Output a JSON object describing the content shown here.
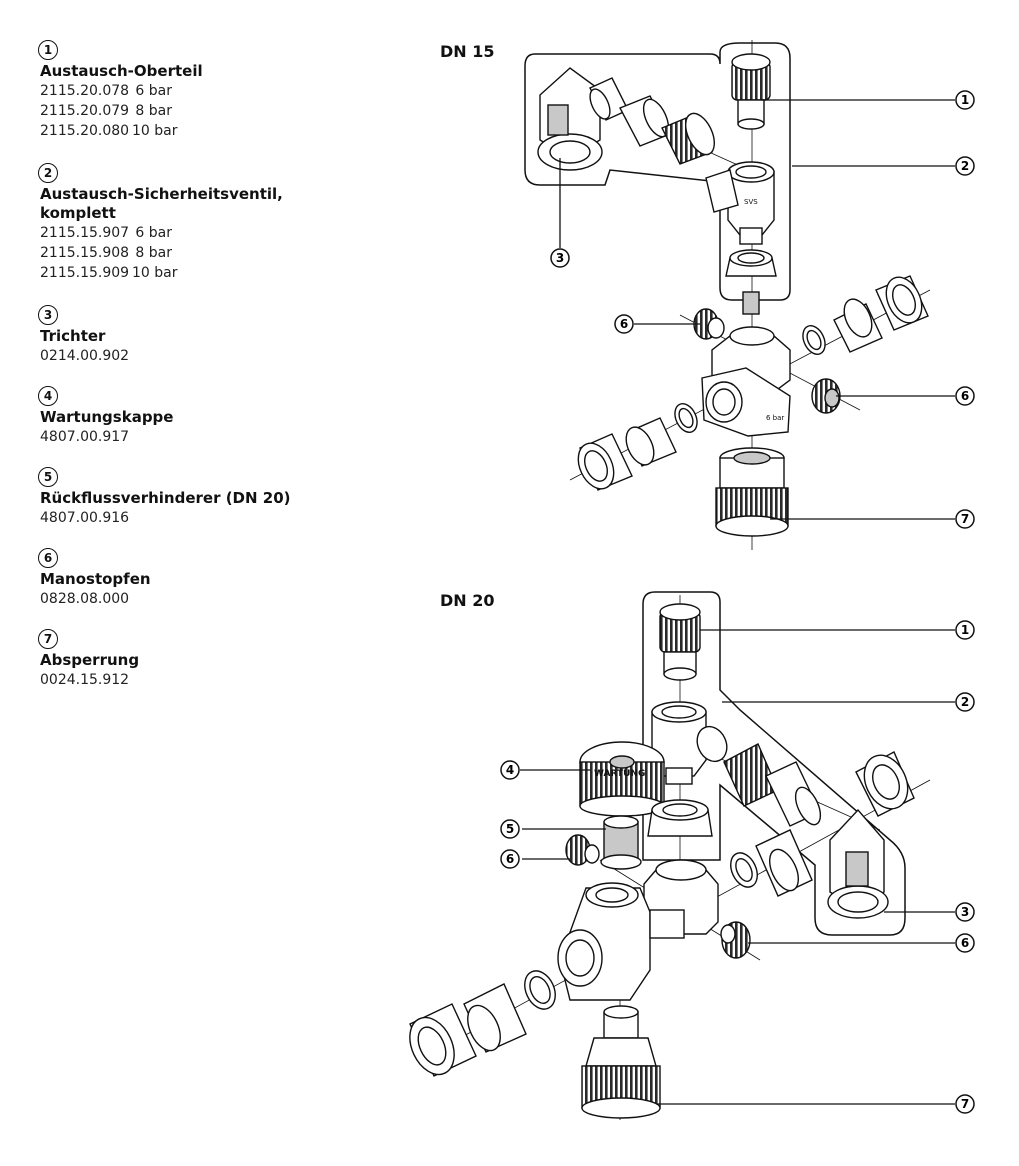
{
  "legend": [
    {
      "num": "1",
      "title": "Austausch-Oberteil",
      "parts": [
        {
          "code": "2115.20.078",
          "pressure": "6 bar"
        },
        {
          "code": "2115.20.079",
          "pressure": "8 bar"
        },
        {
          "code": "2115.20.080",
          "pressure": "10 bar"
        }
      ]
    },
    {
      "num": "2",
      "title": "Austausch-Sicherheitsventil, komplett",
      "parts": [
        {
          "code": "2115.15.907",
          "pressure": "6 bar"
        },
        {
          "code": "2115.15.908",
          "pressure": "8 bar"
        },
        {
          "code": "2115.15.909",
          "pressure": "10 bar"
        }
      ]
    },
    {
      "num": "3",
      "title": "Trichter",
      "parts": [
        {
          "code": "0214.00.902",
          "pressure": ""
        }
      ]
    },
    {
      "num": "4",
      "title": "Wartungskappe",
      "parts": [
        {
          "code": "4807.00.917",
          "pressure": ""
        }
      ]
    },
    {
      "num": "5",
      "title": "Rückflussverhinderer (DN 20)",
      "parts": [
        {
          "code": "4807.00.916",
          "pressure": ""
        }
      ]
    },
    {
      "num": "6",
      "title": "Manostopfen",
      "parts": [
        {
          "code": "0828.08.000",
          "pressure": ""
        }
      ]
    },
    {
      "num": "7",
      "title": "Absperrung",
      "parts": [
        {
          "code": "0024.15.912",
          "pressure": ""
        }
      ]
    }
  ],
  "sections": {
    "dn15": {
      "label": "DN 15"
    },
    "dn20": {
      "label": "DN 20"
    }
  },
  "callouts": {
    "dn15": [
      "1",
      "2",
      "3",
      "6",
      "6",
      "7"
    ],
    "dn20": [
      "1",
      "2",
      "4",
      "5",
      "6",
      "3",
      "6",
      "7"
    ]
  },
  "marks": {
    "dn15_body": "SVS",
    "dn15_pressure": "6 bar",
    "dn20_cap": "WARTUNG"
  },
  "colors": {
    "line": "#111111",
    "part_fill": "#ffffff",
    "shade": "#c8c8c8",
    "dark": "#2a2a2a"
  }
}
